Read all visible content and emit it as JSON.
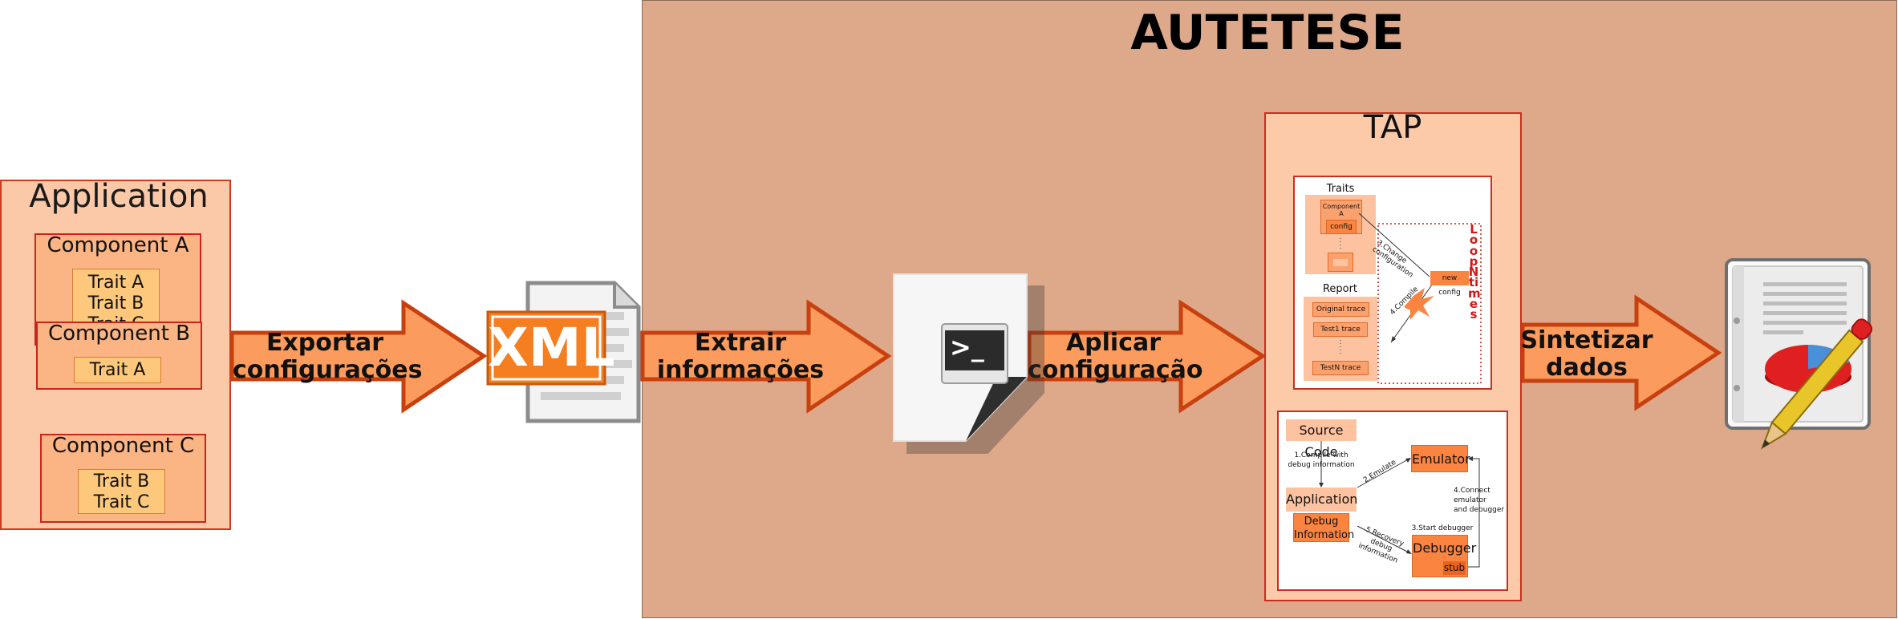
{
  "title": "AUTETESE",
  "application": {
    "title": "Application",
    "components": [
      {
        "name": "Component A",
        "traits": [
          "Trait A",
          "Trait B",
          "Trait C"
        ]
      },
      {
        "name": "Component B",
        "traits": [
          "Trait A"
        ]
      },
      {
        "name": "Component C",
        "traits": [
          "Trait B",
          "Trait C"
        ]
      }
    ]
  },
  "arrows": {
    "export": [
      "Exportar",
      "configurações"
    ],
    "extract": [
      "Extrair",
      "informações"
    ],
    "apply": [
      "Aplicar",
      "configuração"
    ],
    "synthesize": [
      "Sintetizar",
      "dados"
    ]
  },
  "xml_icon": {
    "text": "XML",
    "icon": "xml-file-icon"
  },
  "terminal_icon": {
    "prompt": ">_",
    "icon": "terminal-file-icon"
  },
  "report_icon": {
    "icon": "report-pencil-icon"
  },
  "tap": {
    "title": "TAP",
    "loop": {
      "traits_label": "Traits",
      "component_label": "Component A",
      "config_label": "config",
      "report_label": "Report",
      "traces": [
        "Original trace",
        "Test1 trace",
        "TestN trace"
      ],
      "change_config": [
        "3.Change",
        "configuration"
      ],
      "compile": "4.Compile",
      "new_config": "new config",
      "loop_text": "Loop N times"
    },
    "debug": {
      "source_code": "Source Code",
      "compile": [
        "1.Compile with",
        "debug information"
      ],
      "application": "Application",
      "debug_info": [
        "Debug",
        "Information"
      ],
      "emulate": "2.Emulate",
      "emulator": "Emulator",
      "connect": [
        "4.Connect",
        "emulator",
        "and debugger"
      ],
      "start_debugger": "3.Start debugger",
      "debugger": "Debugger",
      "stub": "stub",
      "recovery": [
        "5.Recovery",
        "debug",
        "information"
      ]
    }
  },
  "colors": {
    "orange": "#fb9b5d",
    "orange_border": "#c9400f",
    "frame_bg": "#dea98a",
    "box_border": "#c8301c"
  }
}
